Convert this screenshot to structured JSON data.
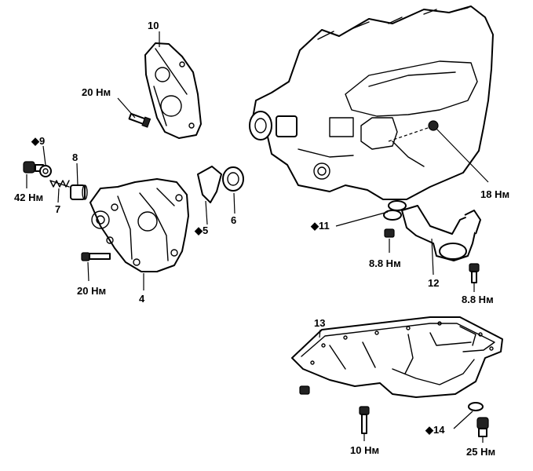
{
  "labels": {
    "n10": "10",
    "t20a": "20 Нм",
    "n9": "◆9",
    "n8": "8",
    "t42": "42 Нм",
    "n7": "7",
    "n5": "◆5",
    "n6": "6",
    "t20b": "20 Нм",
    "n4": "4",
    "t18": "18 Нм",
    "n11": "◆11",
    "t88a": "8.8 Нм",
    "n12": "12",
    "t88b": "8.8 Нм",
    "n13": "13",
    "n14": "◆14",
    "t10": "10 Нм",
    "t25": "25 Нм"
  }
}
